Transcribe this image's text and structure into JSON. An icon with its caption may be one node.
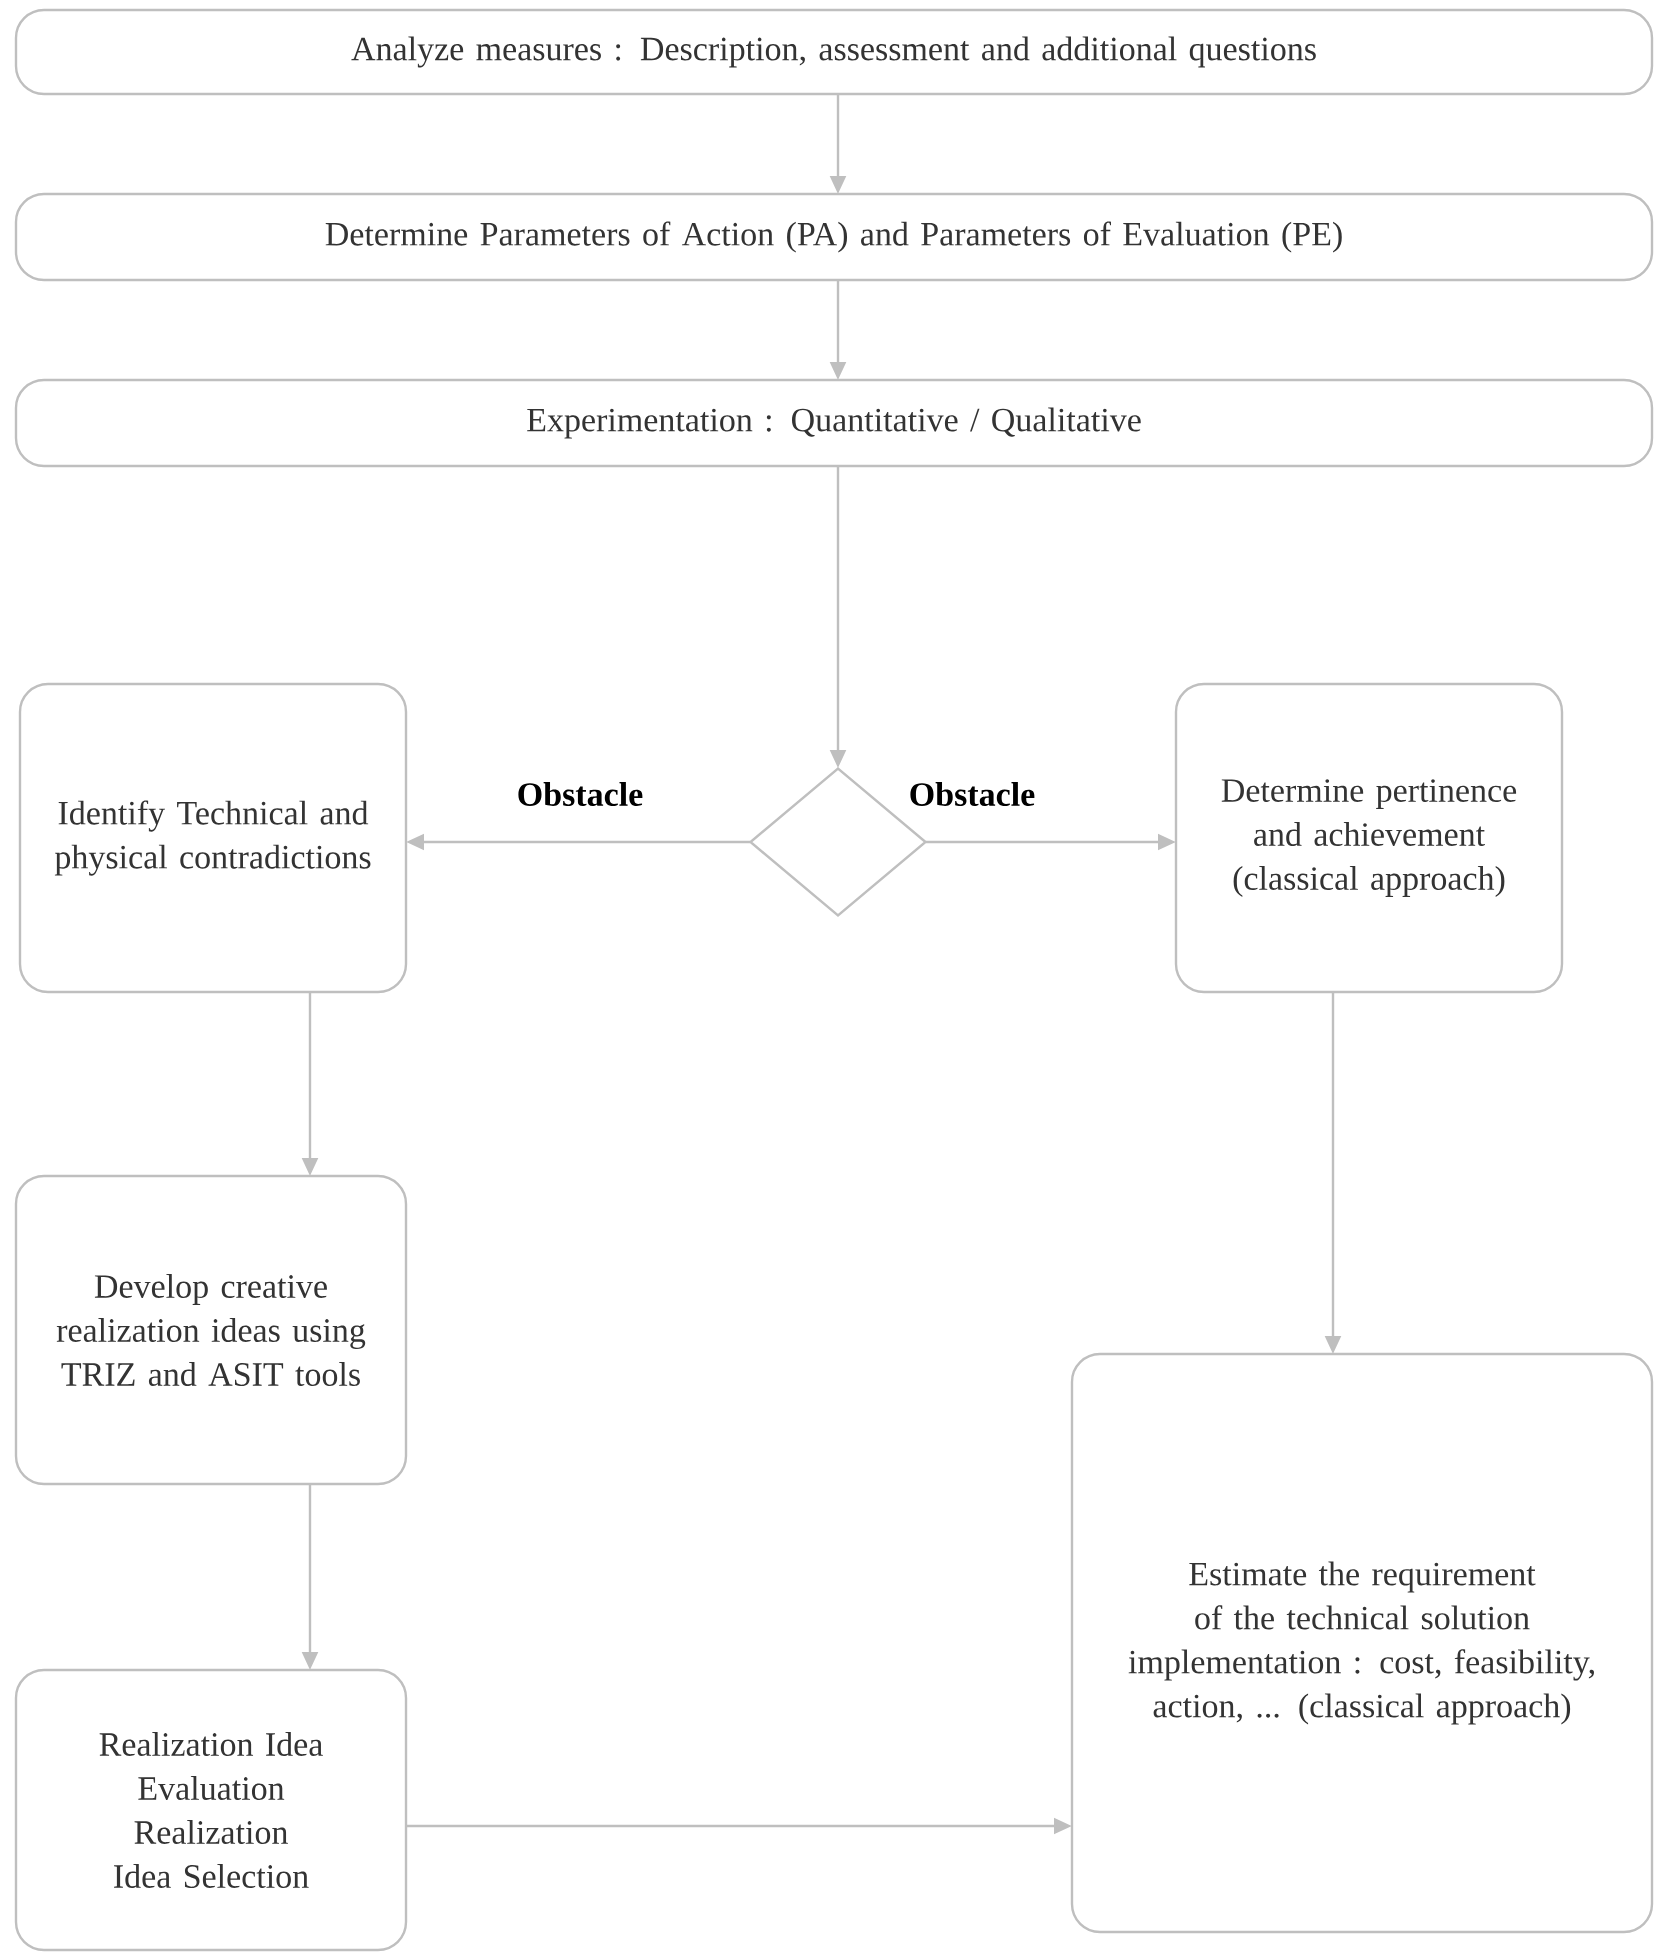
{
  "diagram": {
    "nodes": [
      {
        "text": [
          "Analyze measures : Description, assessment and additional questions"
        ]
      },
      {
        "text": [
          "Determine Parameters of Action (PA) and Parameters of Evaluation (PE)"
        ]
      },
      {
        "text": [
          "Experimentation : Quantitative / Qualitative"
        ]
      },
      {
        "text": [
          "Identify Technical and physical contradictions"
        ]
      },
      {
        "text": [],
        "shape": "diamond"
      },
      {
        "text": [
          "Determine pertinence and achievement (classical approach)"
        ]
      },
      {
        "text": [
          "Develop creative realization ideas using TRIZ and ASIT tools"
        ]
      },
      {
        "text": [
          "Realization Idea Evaluation Realization Idea Selection"
        ]
      },
      {
        "text": [
          "Estimate the requirement of the technical solution implementation : cost, feasibility, action, ... (classical approach)"
        ]
      }
    ],
    "edges": [
      {
        "from": 0,
        "to": 1,
        "arrow": "to"
      },
      {
        "from": 1,
        "to": 2,
        "arrow": "to"
      },
      {
        "from": 2,
        "to": 4,
        "arrow": "to"
      },
      {
        "from": 4,
        "to": 3,
        "arrow": "to",
        "label": "Obstacle"
      },
      {
        "from": 4,
        "to": 5,
        "arrow": "to",
        "label": "Obstacle"
      },
      {
        "from": 3,
        "to": 6,
        "arrow": "to"
      },
      {
        "from": 6,
        "to": 7,
        "arrow": "to"
      },
      {
        "from": 5,
        "to": 8,
        "arrow": "to"
      },
      {
        "from": 7,
        "to": 8,
        "arrow": "to"
      }
    ]
  }
}
